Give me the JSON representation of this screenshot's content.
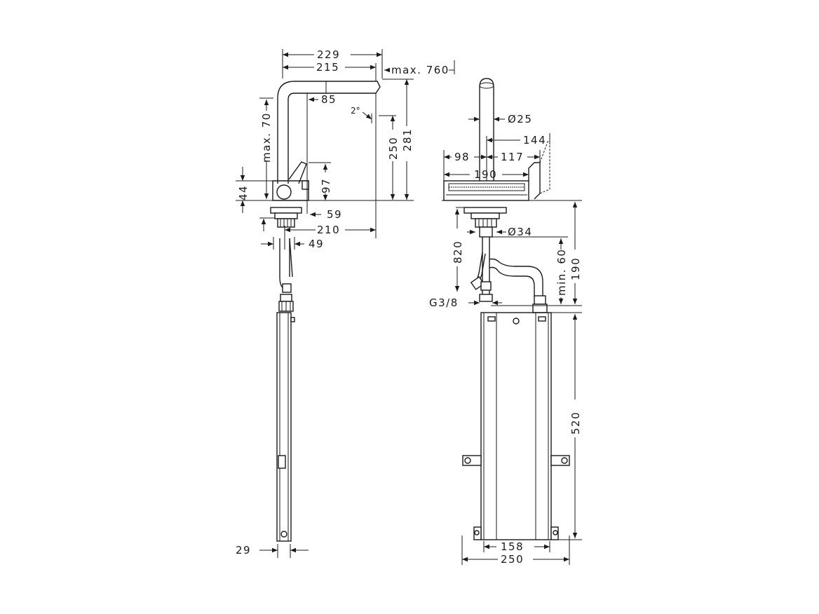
{
  "side_view": {
    "dims": {
      "d229": "229",
      "d215": "215",
      "max760": "max. 760",
      "d85": "85",
      "angle2": "2°",
      "max70": "max. 70",
      "d250": "250",
      "d281": "281",
      "d44": "44",
      "d97": "97",
      "d59": "59",
      "d210": "210",
      "d49": "49",
      "d29": "29"
    }
  },
  "front_view": {
    "dims": {
      "dia25": "Ø25",
      "d144": "144",
      "d98": "98",
      "d117": "117",
      "d190top": "190",
      "dia34": "Ø34",
      "d820": "820",
      "min60": "min. 60",
      "d190right": "190",
      "g38": "G3/8",
      "d520": "520",
      "d158": "158",
      "d250": "250"
    }
  }
}
